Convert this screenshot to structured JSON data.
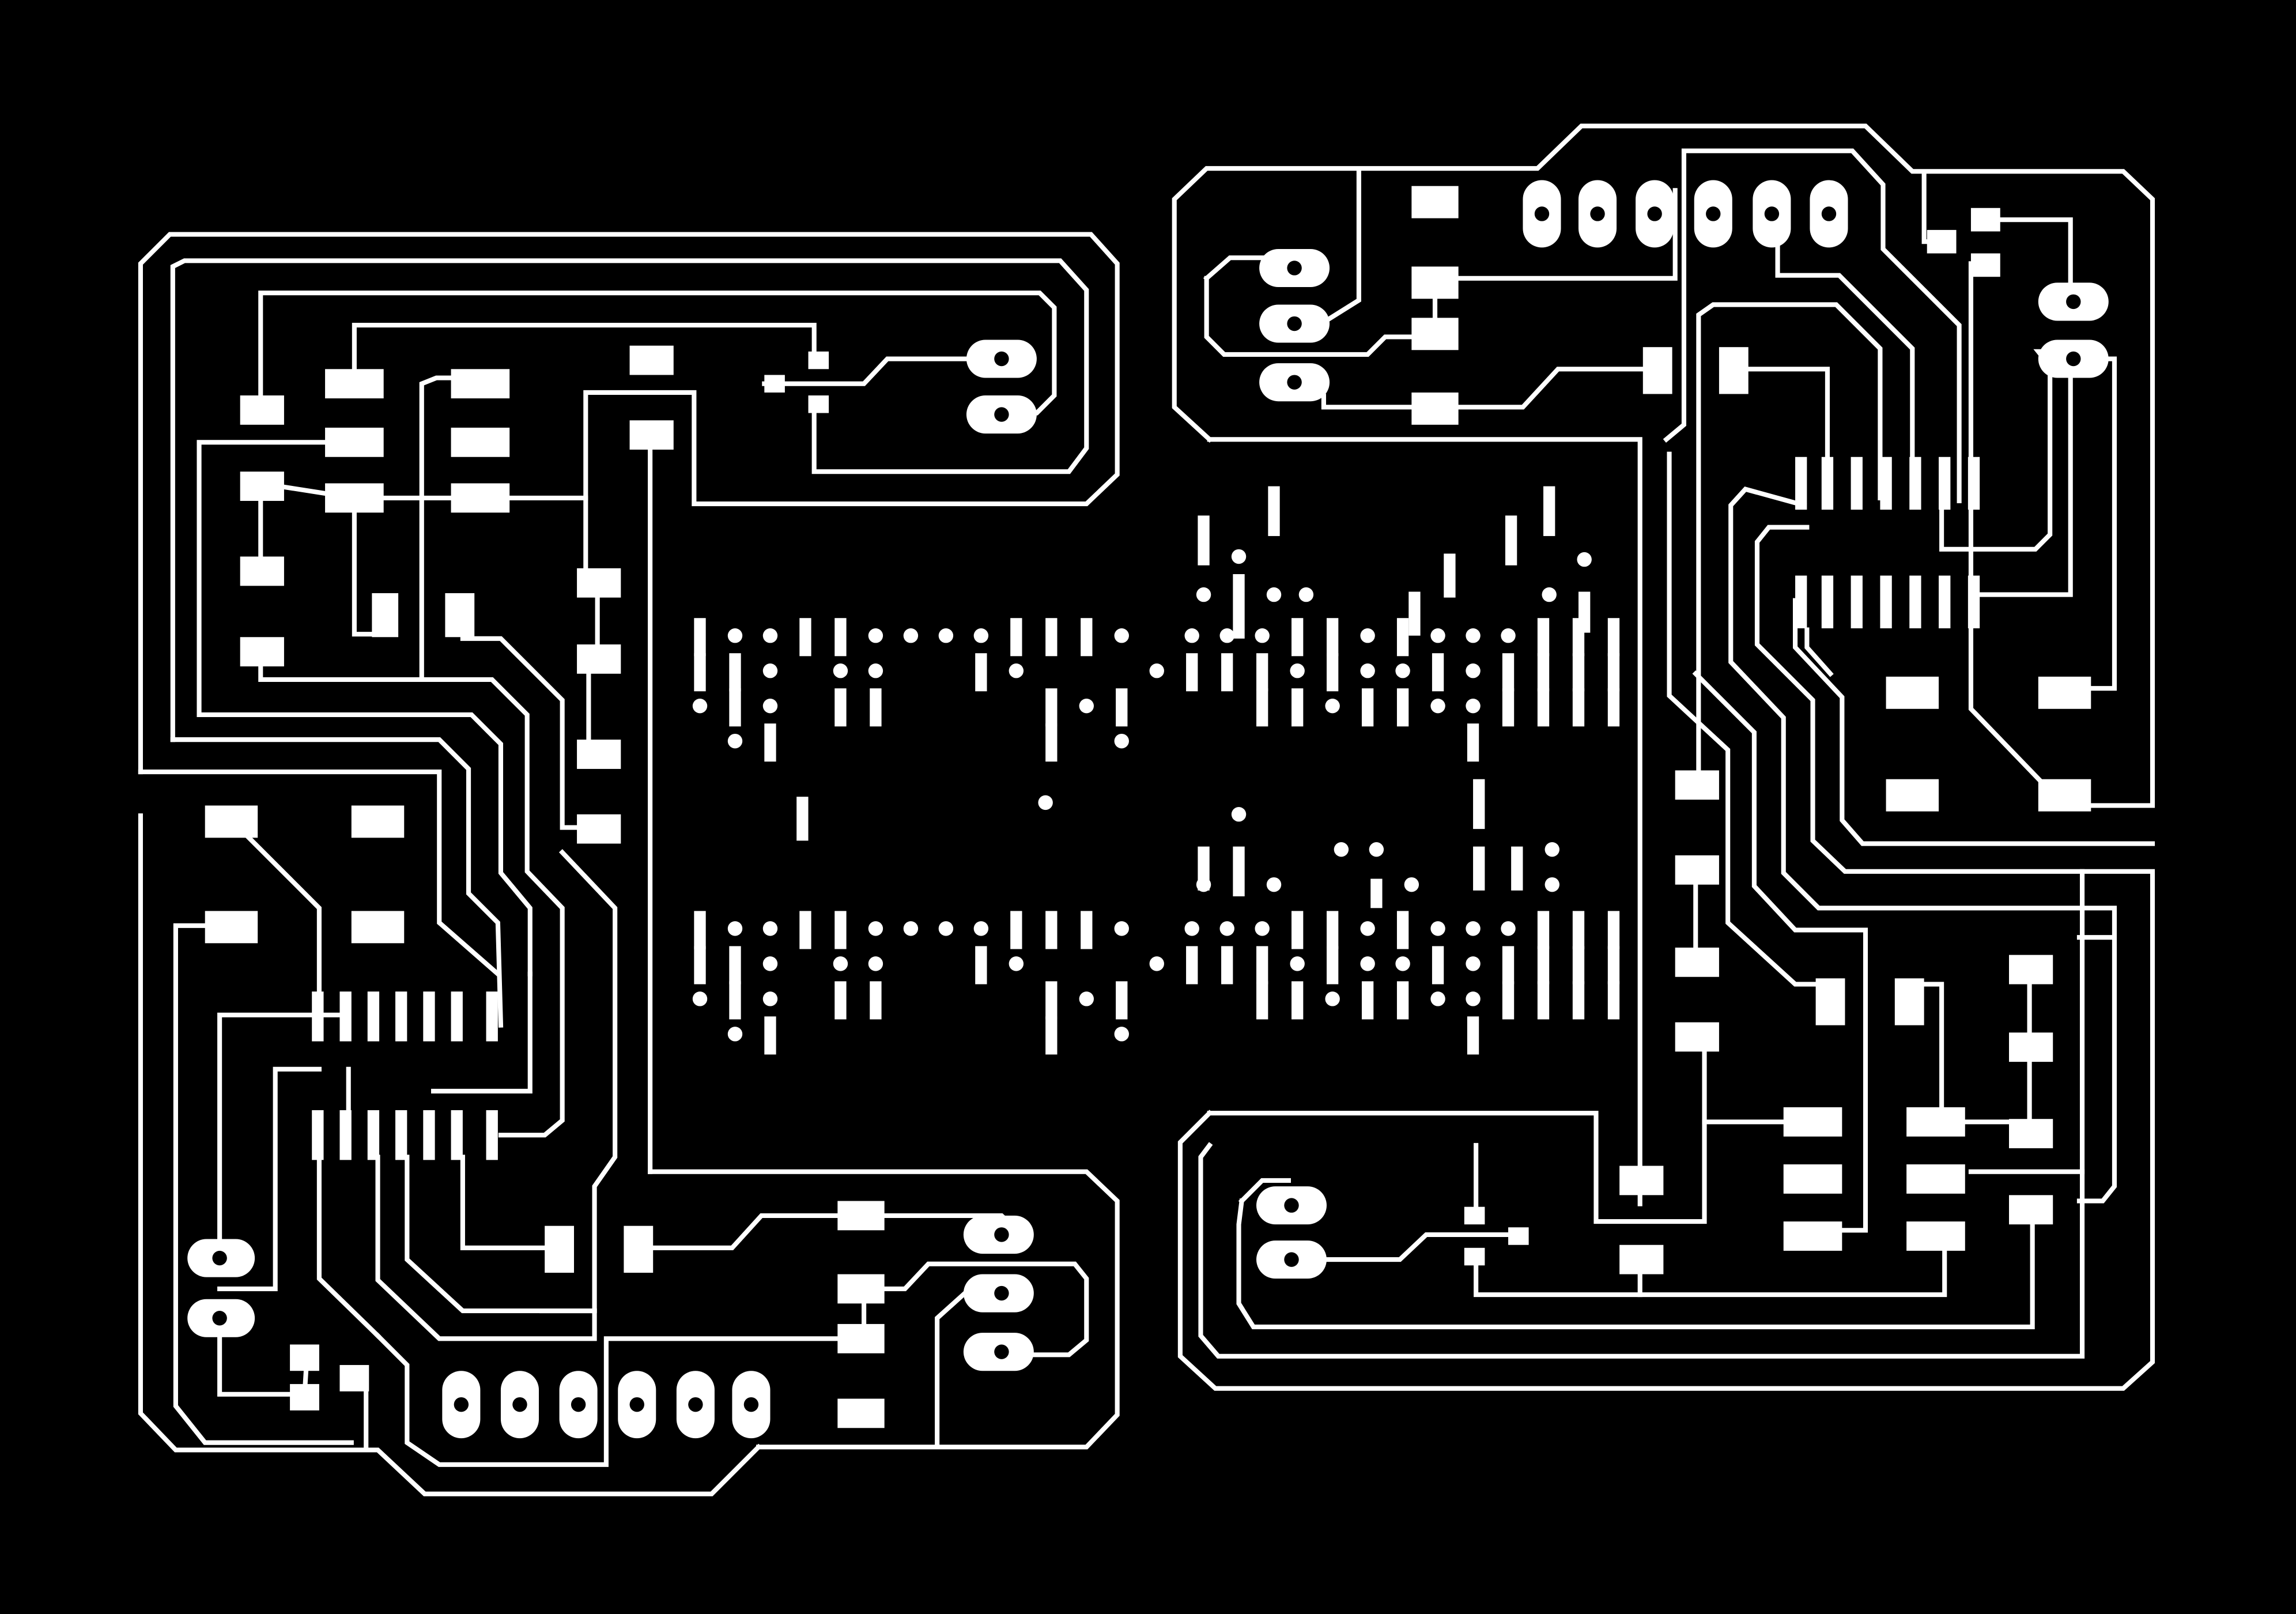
{
  "canvas": {
    "background": "#000000",
    "foreground": "#ffffff"
  },
  "board": {
    "description": "",
    "layers": [
      "traces",
      "pads",
      "marks"
    ],
    "sections": [
      {
        "id": "module-top-left"
      },
      {
        "id": "module-bottom-left"
      },
      {
        "id": "module-top-right"
      },
      {
        "id": "module-bottom-right"
      },
      {
        "id": "center-pad-array"
      }
    ]
  }
}
